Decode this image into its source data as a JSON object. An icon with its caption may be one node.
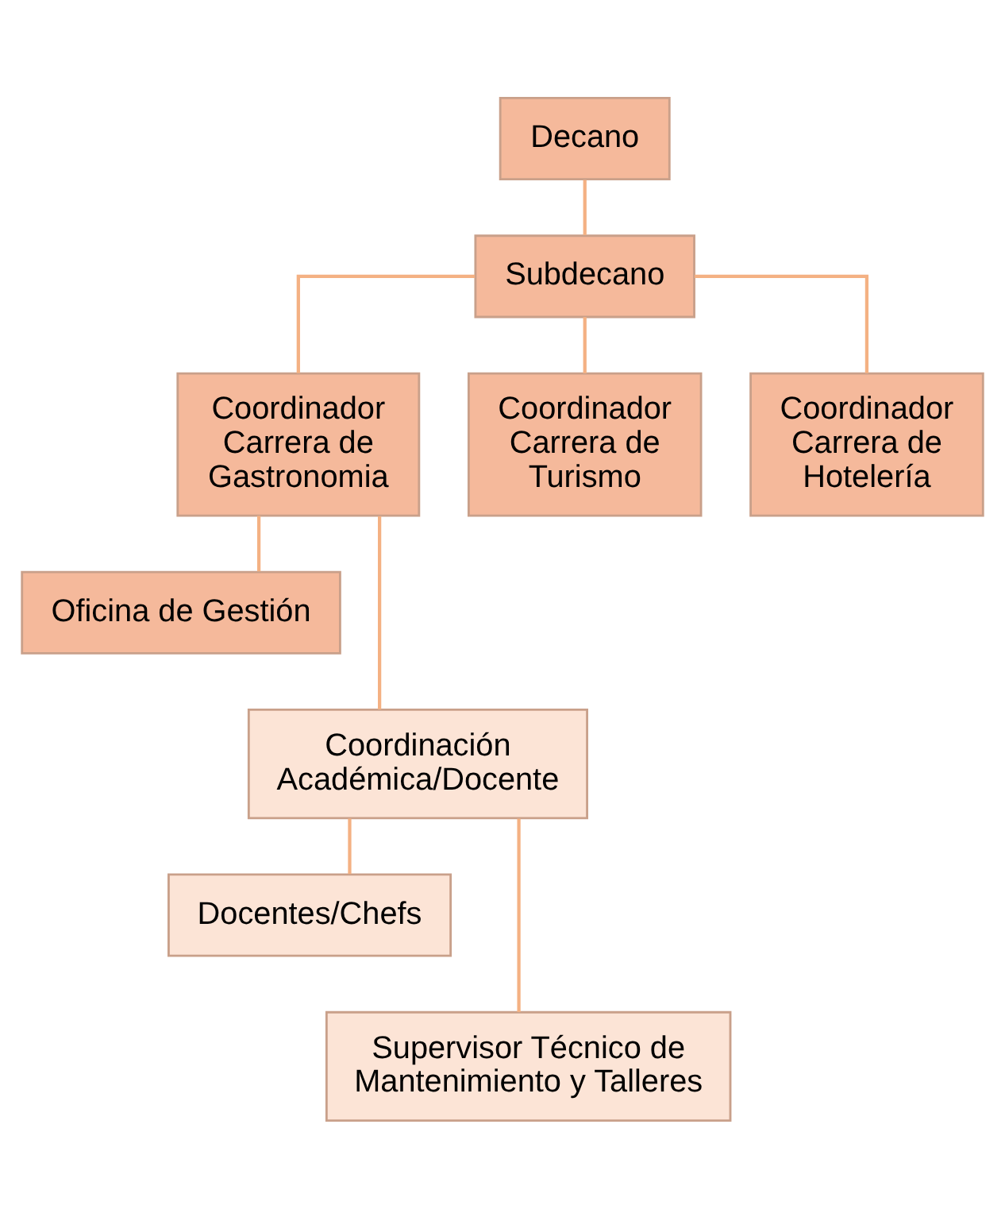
{
  "diagram": {
    "nodes": [
      {
        "text": [
          "Decano"
        ]
      },
      {
        "text": [
          "Subdecano"
        ]
      },
      {
        "text": [
          "Coordinador Carrera de Gastronomia"
        ]
      },
      {
        "text": [
          "Coordinador Carrera de Turismo"
        ]
      },
      {
        "text": [
          "Coordinador Carrera de Hotelería"
        ]
      },
      {
        "text": [
          "Oficina de Gestión"
        ]
      },
      {
        "text": [
          "Coordinación Académica/Docente"
        ]
      },
      {
        "text": [
          "Docentes/Chefs"
        ]
      },
      {
        "text": [
          "Supervisor Técnico de Mantenimiento y Talleres"
        ]
      }
    ],
    "edges": [
      {
        "from": 0,
        "to": 1,
        "arrow": "none"
      },
      {
        "from": 1,
        "to": 2,
        "arrow": "none"
      },
      {
        "from": 1,
        "to": 3,
        "arrow": "none"
      },
      {
        "from": 1,
        "to": 4,
        "arrow": "none"
      },
      {
        "from": 2,
        "to": 5,
        "arrow": "none"
      },
      {
        "from": 2,
        "to": 6,
        "arrow": "none"
      },
      {
        "from": 6,
        "to": 7,
        "arrow": "none"
      },
      {
        "from": 6,
        "to": 8,
        "arrow": "none"
      }
    ]
  }
}
